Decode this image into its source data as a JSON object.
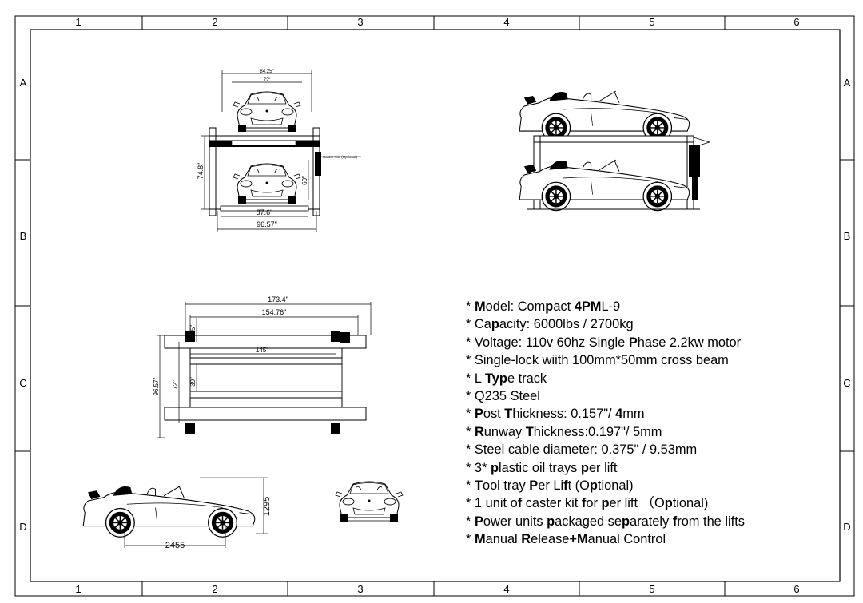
{
  "zones": {
    "columns": [
      "1",
      "2",
      "3",
      "4",
      "5",
      "6"
    ],
    "rows": [
      "A",
      "B",
      "C",
      "D"
    ]
  },
  "top_view": {
    "width_top_outer": "84.25\"",
    "width_top_inner": "72\"",
    "height_left": "74.8\"",
    "height_right": "60\"",
    "width_bottom_inner": "87.6\"",
    "width_bottom_outer": "96.57\"",
    "callout": "Caster Kits (Optional)"
  },
  "plan_view": {
    "total_length": "173.4\"",
    "inner_length": "154.76\"",
    "runway_length": "145\"",
    "total_width": "96.57\"",
    "inner_width": "72\"",
    "offset_top": "16.5\"",
    "runway_width": "39\""
  },
  "car_side": {
    "wheelbase": "2455",
    "height": "1295"
  },
  "specs": [
    {
      "id": "model",
      "parts": [
        [
          "* ",
          0
        ],
        [
          "M",
          1
        ],
        [
          "odel: Com",
          0
        ],
        [
          "p",
          1
        ],
        [
          "act ",
          0
        ],
        [
          "4PM",
          1
        ],
        [
          "L-9",
          0
        ]
      ]
    },
    {
      "id": "capacity",
      "parts": [
        [
          "* Ca",
          0
        ],
        [
          "p",
          1
        ],
        [
          "acity: 6000lbs / 2700kg",
          0
        ]
      ]
    },
    {
      "id": "voltage",
      "parts": [
        [
          "* Voltage: 110v 60hz  Single ",
          0
        ],
        [
          "P",
          1
        ],
        [
          "hase 2.2kw motor",
          0
        ]
      ]
    },
    {
      "id": "lock",
      "parts": [
        [
          "* Single-lock wiith 100mm*50mm cross beam",
          0
        ]
      ]
    },
    {
      "id": "track",
      "parts": [
        [
          "* L ",
          0
        ],
        [
          "Ty",
          1
        ],
        [
          "p",
          1
        ],
        [
          "e  track",
          0
        ]
      ]
    },
    {
      "id": "steel",
      "parts": [
        [
          "* Q235 Steel",
          0
        ]
      ]
    },
    {
      "id": "post",
      "parts": [
        [
          "* ",
          0
        ],
        [
          "P",
          1
        ],
        [
          "ost ",
          0
        ],
        [
          "T",
          1
        ],
        [
          "hickness: 0.157\"/ ",
          0
        ],
        [
          "4",
          1
        ],
        [
          "mm",
          0
        ]
      ]
    },
    {
      "id": "runway",
      "parts": [
        [
          "* ",
          0
        ],
        [
          "R",
          1
        ],
        [
          "unway ",
          0
        ],
        [
          "T",
          1
        ],
        [
          "hickness:0.197\"/ 5mm",
          0
        ]
      ]
    },
    {
      "id": "cable",
      "parts": [
        [
          "* Steel cable diameter: 0.375\" / 9.53mm",
          0
        ]
      ]
    },
    {
      "id": "trays",
      "parts": [
        [
          "* 3* ",
          0
        ],
        [
          "p",
          1
        ],
        [
          "lastic oil trays ",
          0
        ],
        [
          "p",
          1
        ],
        [
          "er lift",
          0
        ]
      ]
    },
    {
      "id": "tooltray",
      "parts": [
        [
          "* ",
          0
        ],
        [
          "T",
          1
        ],
        [
          "ool tray ",
          0
        ],
        [
          "P",
          1
        ],
        [
          "er Li",
          0
        ],
        [
          "f",
          1
        ],
        [
          "t (O",
          0
        ],
        [
          "p",
          1
        ],
        [
          "tional)",
          0
        ]
      ]
    },
    {
      "id": "caster",
      "parts": [
        [
          "* 1 unit o",
          0
        ],
        [
          "f",
          1
        ],
        [
          " caster kit ",
          0
        ],
        [
          "f",
          1
        ],
        [
          "or ",
          0
        ],
        [
          "p",
          1
        ],
        [
          "er lift  （O",
          0
        ],
        [
          "p",
          1
        ],
        [
          "tional)",
          0
        ]
      ]
    },
    {
      "id": "power",
      "parts": [
        [
          "* ",
          0
        ],
        [
          "P",
          1
        ],
        [
          "ower units ",
          0
        ],
        [
          "p",
          1
        ],
        [
          "ackaged se",
          0
        ],
        [
          "p",
          1
        ],
        [
          "arately ",
          0
        ],
        [
          "f",
          1
        ],
        [
          "rom the lifts",
          0
        ]
      ]
    },
    {
      "id": "release",
      "parts": [
        [
          "* ",
          0
        ],
        [
          "M",
          1
        ],
        [
          "anual ",
          0
        ],
        [
          "R",
          1
        ],
        [
          "elease",
          0
        ],
        [
          "+M",
          1
        ],
        [
          "anual Control",
          0
        ]
      ]
    }
  ]
}
